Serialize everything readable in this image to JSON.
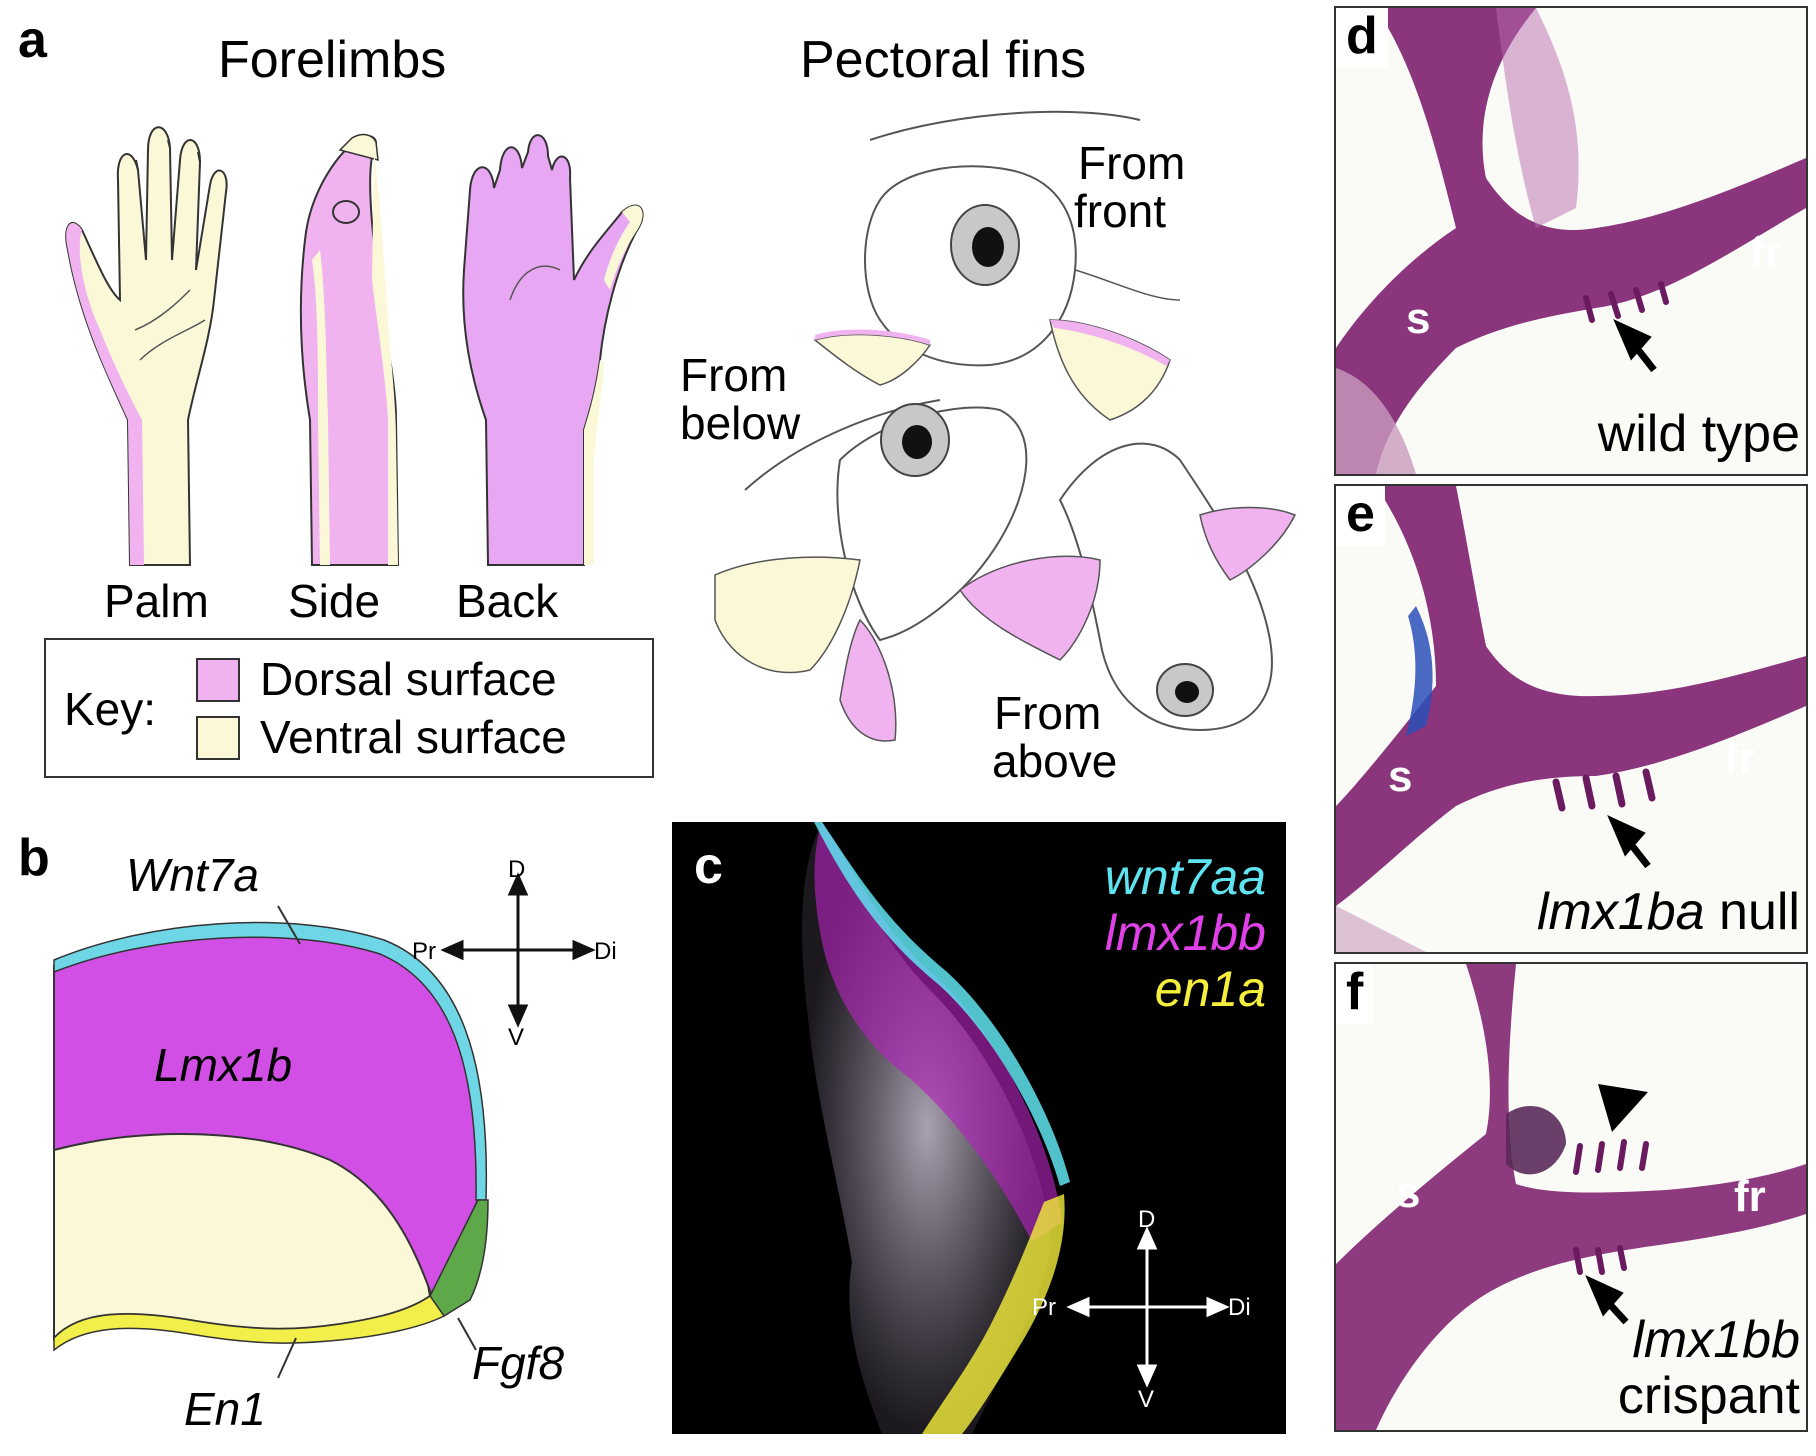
{
  "panel_a": {
    "letter": "a",
    "title_forelimbs": "Forelimbs",
    "title_fins": "Pectoral fins",
    "hand_labels": [
      "Palm",
      "Side",
      "Back"
    ],
    "fish_labels": {
      "front_line1": "From",
      "front_line2": "front",
      "below_line1": "From",
      "below_line2": "below",
      "above_line1": "From",
      "above_line2": "above"
    },
    "key": {
      "label": "Key:",
      "dorsal": "Dorsal surface",
      "ventral": "Ventral surface"
    }
  },
  "panel_b": {
    "letter": "b",
    "genes": {
      "wnt7a": "Wnt7a",
      "lmx1b": "Lmx1b",
      "fgf8": "Fgf8",
      "en1": "En1"
    },
    "axes": {
      "d": "D",
      "v": "V",
      "pr": "Pr",
      "di": "Di"
    }
  },
  "panel_c": {
    "letter": "c",
    "genes": {
      "wnt7aa": "wnt7aa",
      "lmx1bb": "lmx1bb",
      "en1a": "en1a"
    },
    "axes": {
      "d": "D",
      "v": "V",
      "pr": "Pr",
      "di": "Di"
    }
  },
  "panel_d": {
    "letter": "d",
    "s": "s",
    "fr": "fr",
    "caption": "wild type"
  },
  "panel_e": {
    "letter": "e",
    "s": "s",
    "fr": "fr",
    "caption_gene": "lmx1ba",
    "caption_rest": " null"
  },
  "panel_f": {
    "letter": "f",
    "s": "s",
    "fr": "fr",
    "caption_line1": "lmx1bb",
    "caption_line2": "crispant"
  },
  "colors": {
    "dorsal": "#f0b3f0",
    "ventral": "#fbf8d8",
    "lmx1b": "#d24fe6",
    "wnt7a": "#6fd6e6",
    "fgf8": "#5ea84a",
    "en1": "#f2ee4a",
    "stain_purple": "#7d1f6e",
    "cyan_text": "#5fe3f0",
    "magenta_text": "#e040e8",
    "yellow_text": "#f5ef3c"
  }
}
